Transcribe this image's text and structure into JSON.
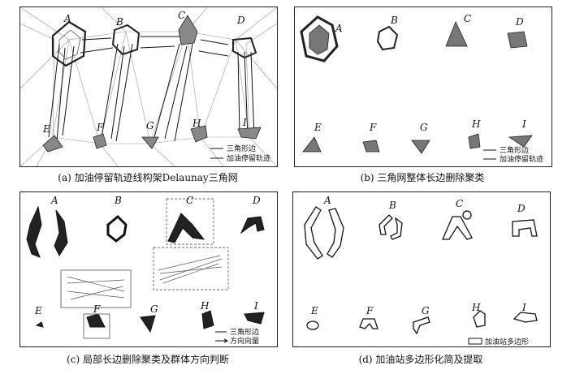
{
  "panels": {
    "a": {
      "caption": "(a) 加油停留轨迹线构架Delaunay三角网",
      "labels": [
        "A",
        "B",
        "C",
        "D",
        "E",
        "F",
        "G",
        "H",
        "I"
      ],
      "legend": [
        "三角形边",
        "加油停留轨迹"
      ]
    },
    "b": {
      "caption": "(b) 三角网整体长边删除聚类",
      "labels": [
        "A",
        "B",
        "C",
        "D",
        "E",
        "F",
        "G",
        "H",
        "I"
      ],
      "legend": [
        "三角形边",
        "加油停留轨迹"
      ]
    },
    "c": {
      "caption": "(c) 局部长边删除聚类及群体方向判断",
      "labels": [
        "A",
        "B",
        "C",
        "D",
        "E",
        "F",
        "G",
        "H",
        "I"
      ],
      "legend": [
        "三角形边",
        "方向向量"
      ]
    },
    "d": {
      "caption": "(d) 加油站多边形化简及提取",
      "labels": [
        "A",
        "B",
        "C",
        "D",
        "E",
        "F",
        "G",
        "H",
        "I"
      ],
      "legend": [
        "加油站多边形"
      ]
    }
  }
}
